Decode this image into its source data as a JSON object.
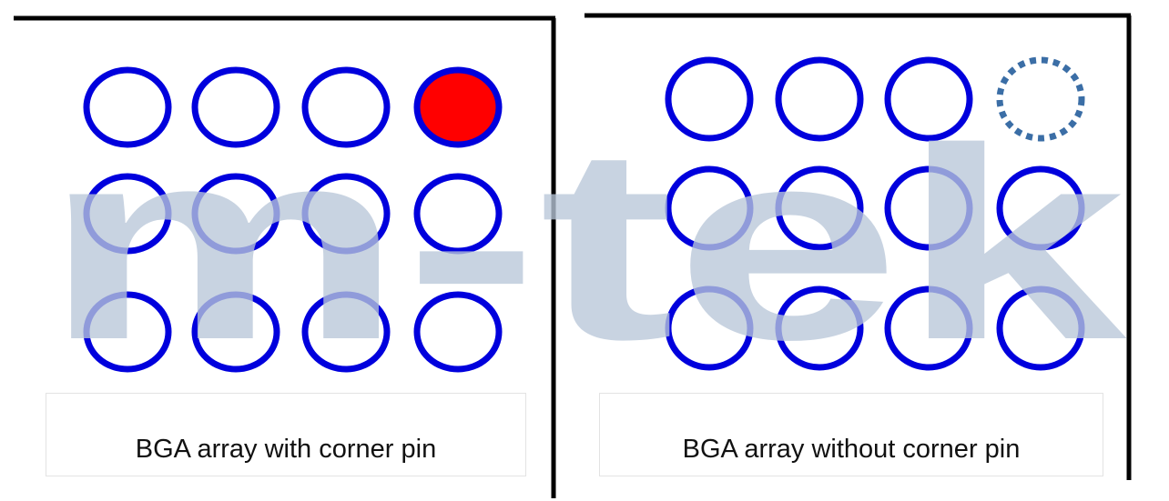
{
  "panels": [
    {
      "caption": "BGA array with corner pin",
      "corner_pin": "present"
    },
    {
      "caption": "BGA array without corner pin",
      "corner_pin": "missing"
    }
  ],
  "watermark": {
    "text": "m-tek"
  },
  "colors": {
    "ball_outline": "#0000dd",
    "corner_pin_fill": "#ff0000",
    "missing_pin_outline": "#3b6ea6",
    "frame": "#000000",
    "watermark": "#b8c6d8"
  }
}
